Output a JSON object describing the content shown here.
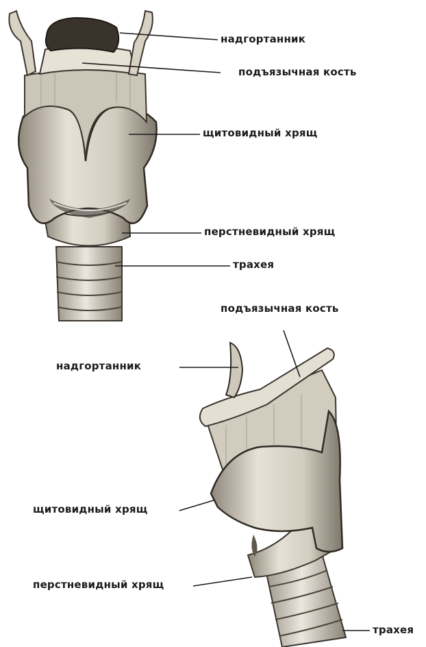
{
  "front_view": {
    "labels": {
      "epiglottis": "надгортанник",
      "hyoid": "подъязычная кость",
      "thyroid": "щитовидный хрящ",
      "cricoid": "перстневидный хрящ",
      "trachea": "трахея"
    }
  },
  "side_view": {
    "labels": {
      "hyoid": "подъязычная кость",
      "epiglottis": "надгортанник",
      "thyroid": "щитовидный хрящ",
      "cricoid": "перстневидный хрящ",
      "trachea": "трахея"
    }
  },
  "colors": {
    "ink": "#1a1a1a",
    "cartilage": "#d9d4c7",
    "cartilage_dark": "#9a9284",
    "shadow": "#5a534a"
  }
}
